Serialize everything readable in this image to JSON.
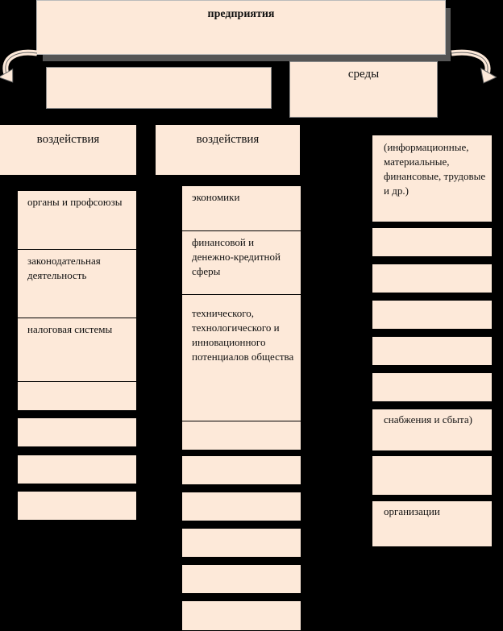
{
  "top": {
    "title_line2": "предприятия"
  },
  "environment_right": {
    "label": "среды"
  },
  "columns": {
    "col1": {
      "header": "воздействия"
    },
    "col2": {
      "header": "воздействия"
    }
  },
  "col1_items": [
    "органы и профсоюзы",
    "законодательная деятельность",
    "налоговая системы"
  ],
  "col2_items": [
    "экономики",
    "финансовой и денежно-кредитной сферы",
    "технического, технологического и инновационного потенциалов общества"
  ],
  "col3_items": [
    "(информационные, материальные, финансовые, трудовые и др.)",
    "снабжения и сбыта)",
    "организации"
  ],
  "colors": {
    "box_fill": "#fde9d9",
    "background": "#000000",
    "shadow": "#555555"
  }
}
